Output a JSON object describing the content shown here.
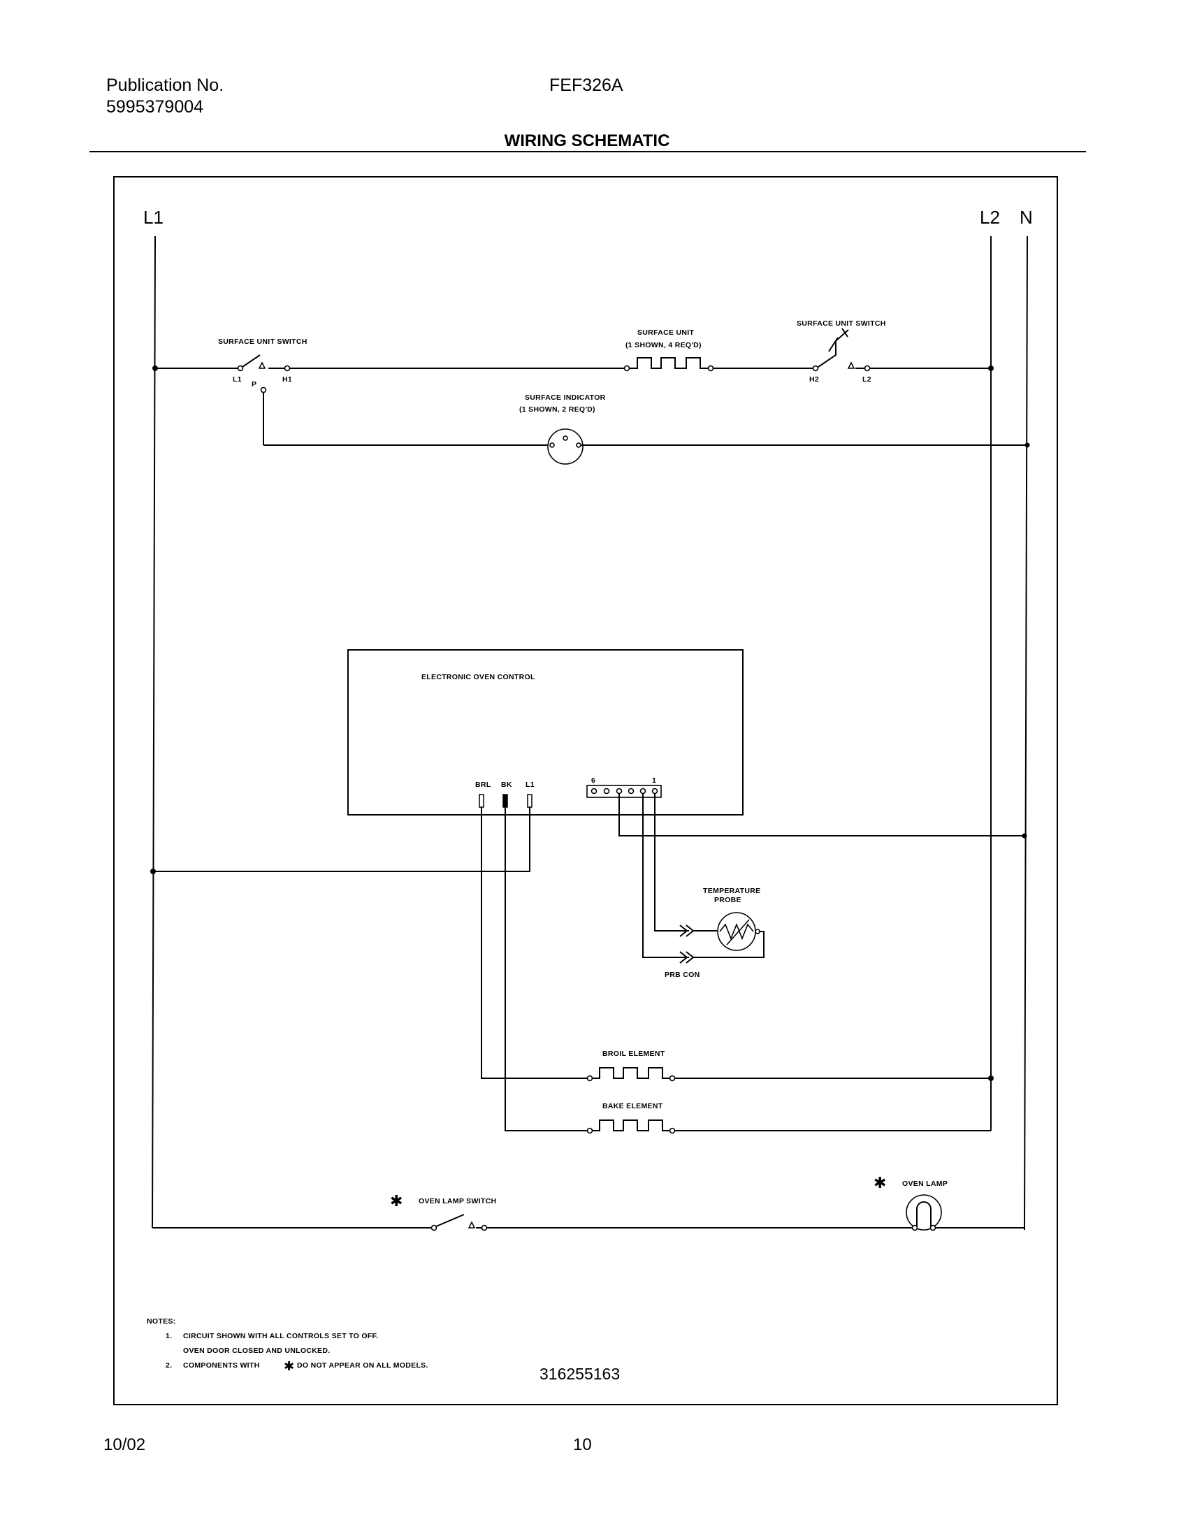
{
  "header": {
    "publication_label": "Publication No.",
    "publication_number": "5995379004",
    "model": "FEF326A",
    "title": "WIRING SCHEMATIC"
  },
  "schematic": {
    "lines": {
      "l1": "L1",
      "l2": "L2",
      "n": "N"
    },
    "surface_unit_switch_left": "SURFACE UNIT SWITCH",
    "terminal_l1": "L1",
    "terminal_p": "P",
    "terminal_h1": "H1",
    "surface_unit": "SURFACE UNIT",
    "surface_unit_qty": "(1 SHOWN, 4 REQ'D)",
    "surface_unit_switch_right": "SURFACE UNIT SWITCH",
    "terminal_h2": "H2",
    "terminal_l2": "L2",
    "surface_indicator": "SURFACE INDICATOR",
    "surface_indicator_qty": "(1 SHOWN, 2 REQ'D)",
    "electronic_oven_control": "ELECTRONIC OVEN CONTROL",
    "terminal_brl": "BRL",
    "terminal_bk": "BK",
    "terminal_l1_eoc": "L1",
    "connector_6": "6",
    "connector_1": "1",
    "temperature_probe": "TEMPERATURE",
    "temperature_probe_2": "PROBE",
    "prb_con": "PRB CON",
    "broil_element": "BROIL ELEMENT",
    "bake_element": "BAKE ELEMENT",
    "asterisk": "✱",
    "oven_lamp_switch": "OVEN LAMP SWITCH",
    "oven_lamp": "OVEN LAMP",
    "part_number": "316255163"
  },
  "notes": {
    "heading": "NOTES:",
    "n1_num": "1.",
    "n1_line1": "CIRCUIT SHOWN WITH ALL CONTROLS SET TO OFF.",
    "n1_line2": "OVEN DOOR CLOSED AND UNLOCKED.",
    "n2_num": "2.",
    "n2_text_a": "COMPONENTS WITH",
    "n2_text_b": "DO NOT APPEAR ON ALL MODELS."
  },
  "footer": {
    "date": "10/02",
    "page": "10"
  }
}
